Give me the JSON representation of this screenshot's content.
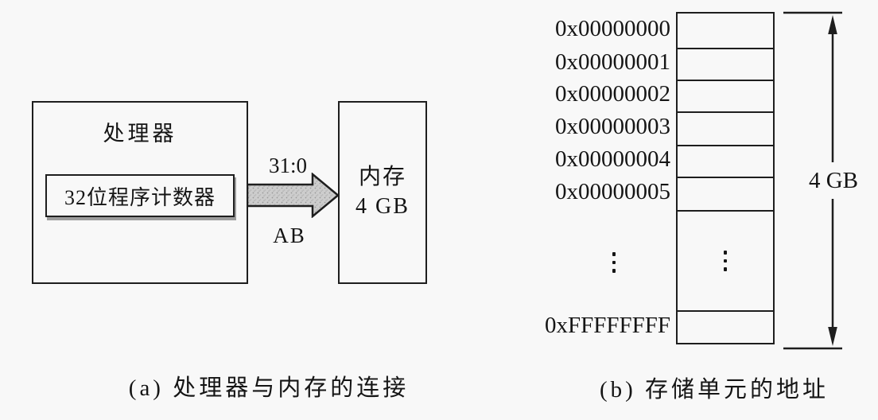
{
  "colors": {
    "bg": "#f8f8f8",
    "ink": "#151515",
    "line": "#1e1e1e",
    "shadow": "#9b9b9b",
    "arrow_fill": "#cdcdcd"
  },
  "figure_a": {
    "caption": "(a) 处理器与内存的连接",
    "processor": {
      "label": "处理器",
      "pc_label": "32位程序计数器"
    },
    "bus": {
      "top_label": "31:0",
      "bottom_label": "AB"
    },
    "memory": {
      "line1": "内存",
      "line2": "4 GB"
    }
  },
  "figure_b": {
    "caption": "(b) 存储单元的地址",
    "addresses": [
      "0x00000000",
      "0x00000001",
      "0x00000002",
      "0x00000003",
      "0x00000004",
      "0x00000005"
    ],
    "last_address": "0xFFFFFFFF",
    "size_label": "4 GB"
  }
}
